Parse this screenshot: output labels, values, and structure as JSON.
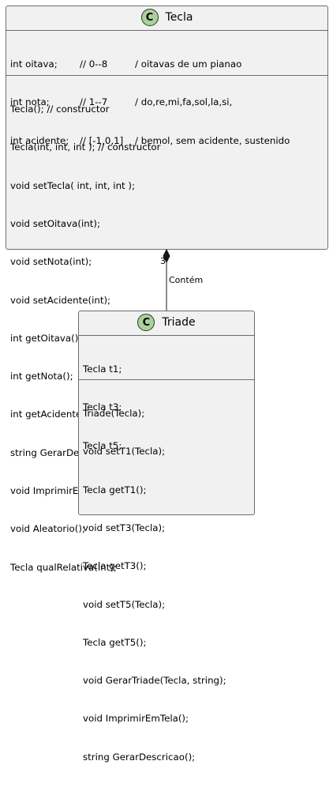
{
  "diagram": {
    "classes": [
      {
        "name": "Tecla",
        "stereotype_letter": "C",
        "attributes": [
          {
            "name": "int oitava;",
            "range": "// 0--8",
            "comment": "/ oitavas de um pianao"
          },
          {
            "name": "int nota;",
            "range": "// 1--7",
            "comment": "/ do,re,mi,fa,sol,la,si,"
          },
          {
            "name": "int acidente;",
            "range": "// [-1,0,1]",
            "comment": "/ bemol, sem acidente, sustenido"
          }
        ],
        "methods": [
          "Tecla(); // constructor",
          "Tecla(int, int, int ); // constructor",
          "void setTecla( int, int, int );",
          "void setOitava(int);",
          "void setNota(int);",
          "void setAcidente(int);",
          "int getOitava();",
          "int getNota();",
          "int getAcidente();",
          "string GerarDescricao();",
          "void ImprimirEmTela();",
          "void Aleatorio();",
          "Tecla qualRelativa(int);"
        ]
      },
      {
        "name": "Triade",
        "stereotype_letter": "C",
        "attributes": [
          "Tecla t1;",
          "Tecla t3;",
          "Tecla t5;"
        ],
        "methods": [
          "Triade(Tecla);",
          "void setT1(Tecla);",
          "Tecla getT1();",
          "void setT3(Tecla);",
          "Tecla getT3();",
          "void setT5(Tecla);",
          "Tecla getT5();",
          "void GerarTriade(Tecla, string);",
          "void ImprimirEmTela();",
          "string GerarDescricao();"
        ]
      }
    ],
    "relationship": {
      "type": "composition",
      "multiplicity": "3",
      "label": "Contém"
    },
    "colors": {
      "box_fill": "#f1f1f1",
      "box_border": "#6e6e6e",
      "badge_fill": "#adcf9e",
      "line": "#181818"
    }
  }
}
